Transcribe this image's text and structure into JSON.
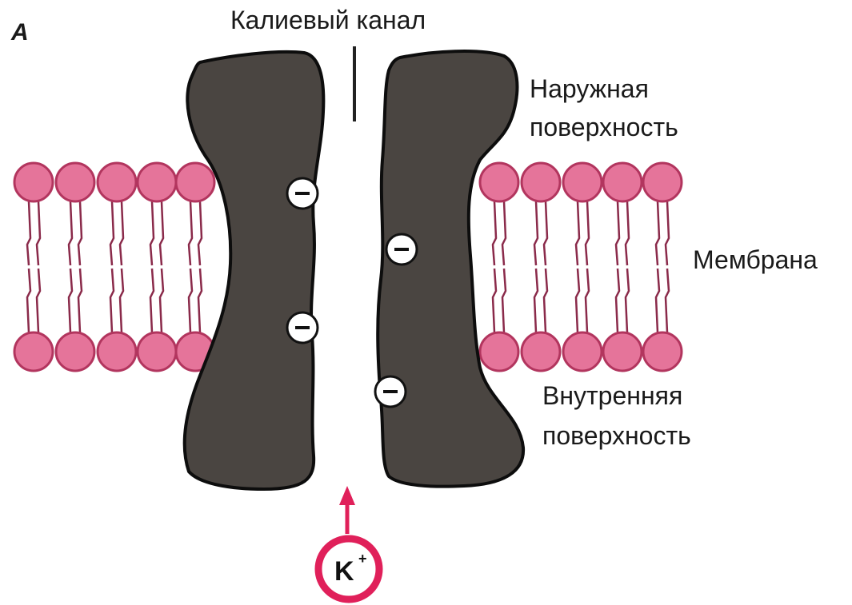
{
  "panel_letter": "A",
  "labels": {
    "channel": "Калиевый канал",
    "outer_line1": "Наружная",
    "outer_line2": "поверхность",
    "membrane": "Мембрана",
    "inner_line1": "Внутренняя",
    "inner_line2": "поверхность"
  },
  "ion": {
    "symbol": "K",
    "charge": "+"
  },
  "colors": {
    "protein": "#4a4541",
    "lipid_head": "#e5749a",
    "lipid_head_stroke": "#b2355e",
    "lipid_tail": "#8a2a4a",
    "ion_ring": "#e0205a",
    "charge_badge": "#ffffff"
  }
}
